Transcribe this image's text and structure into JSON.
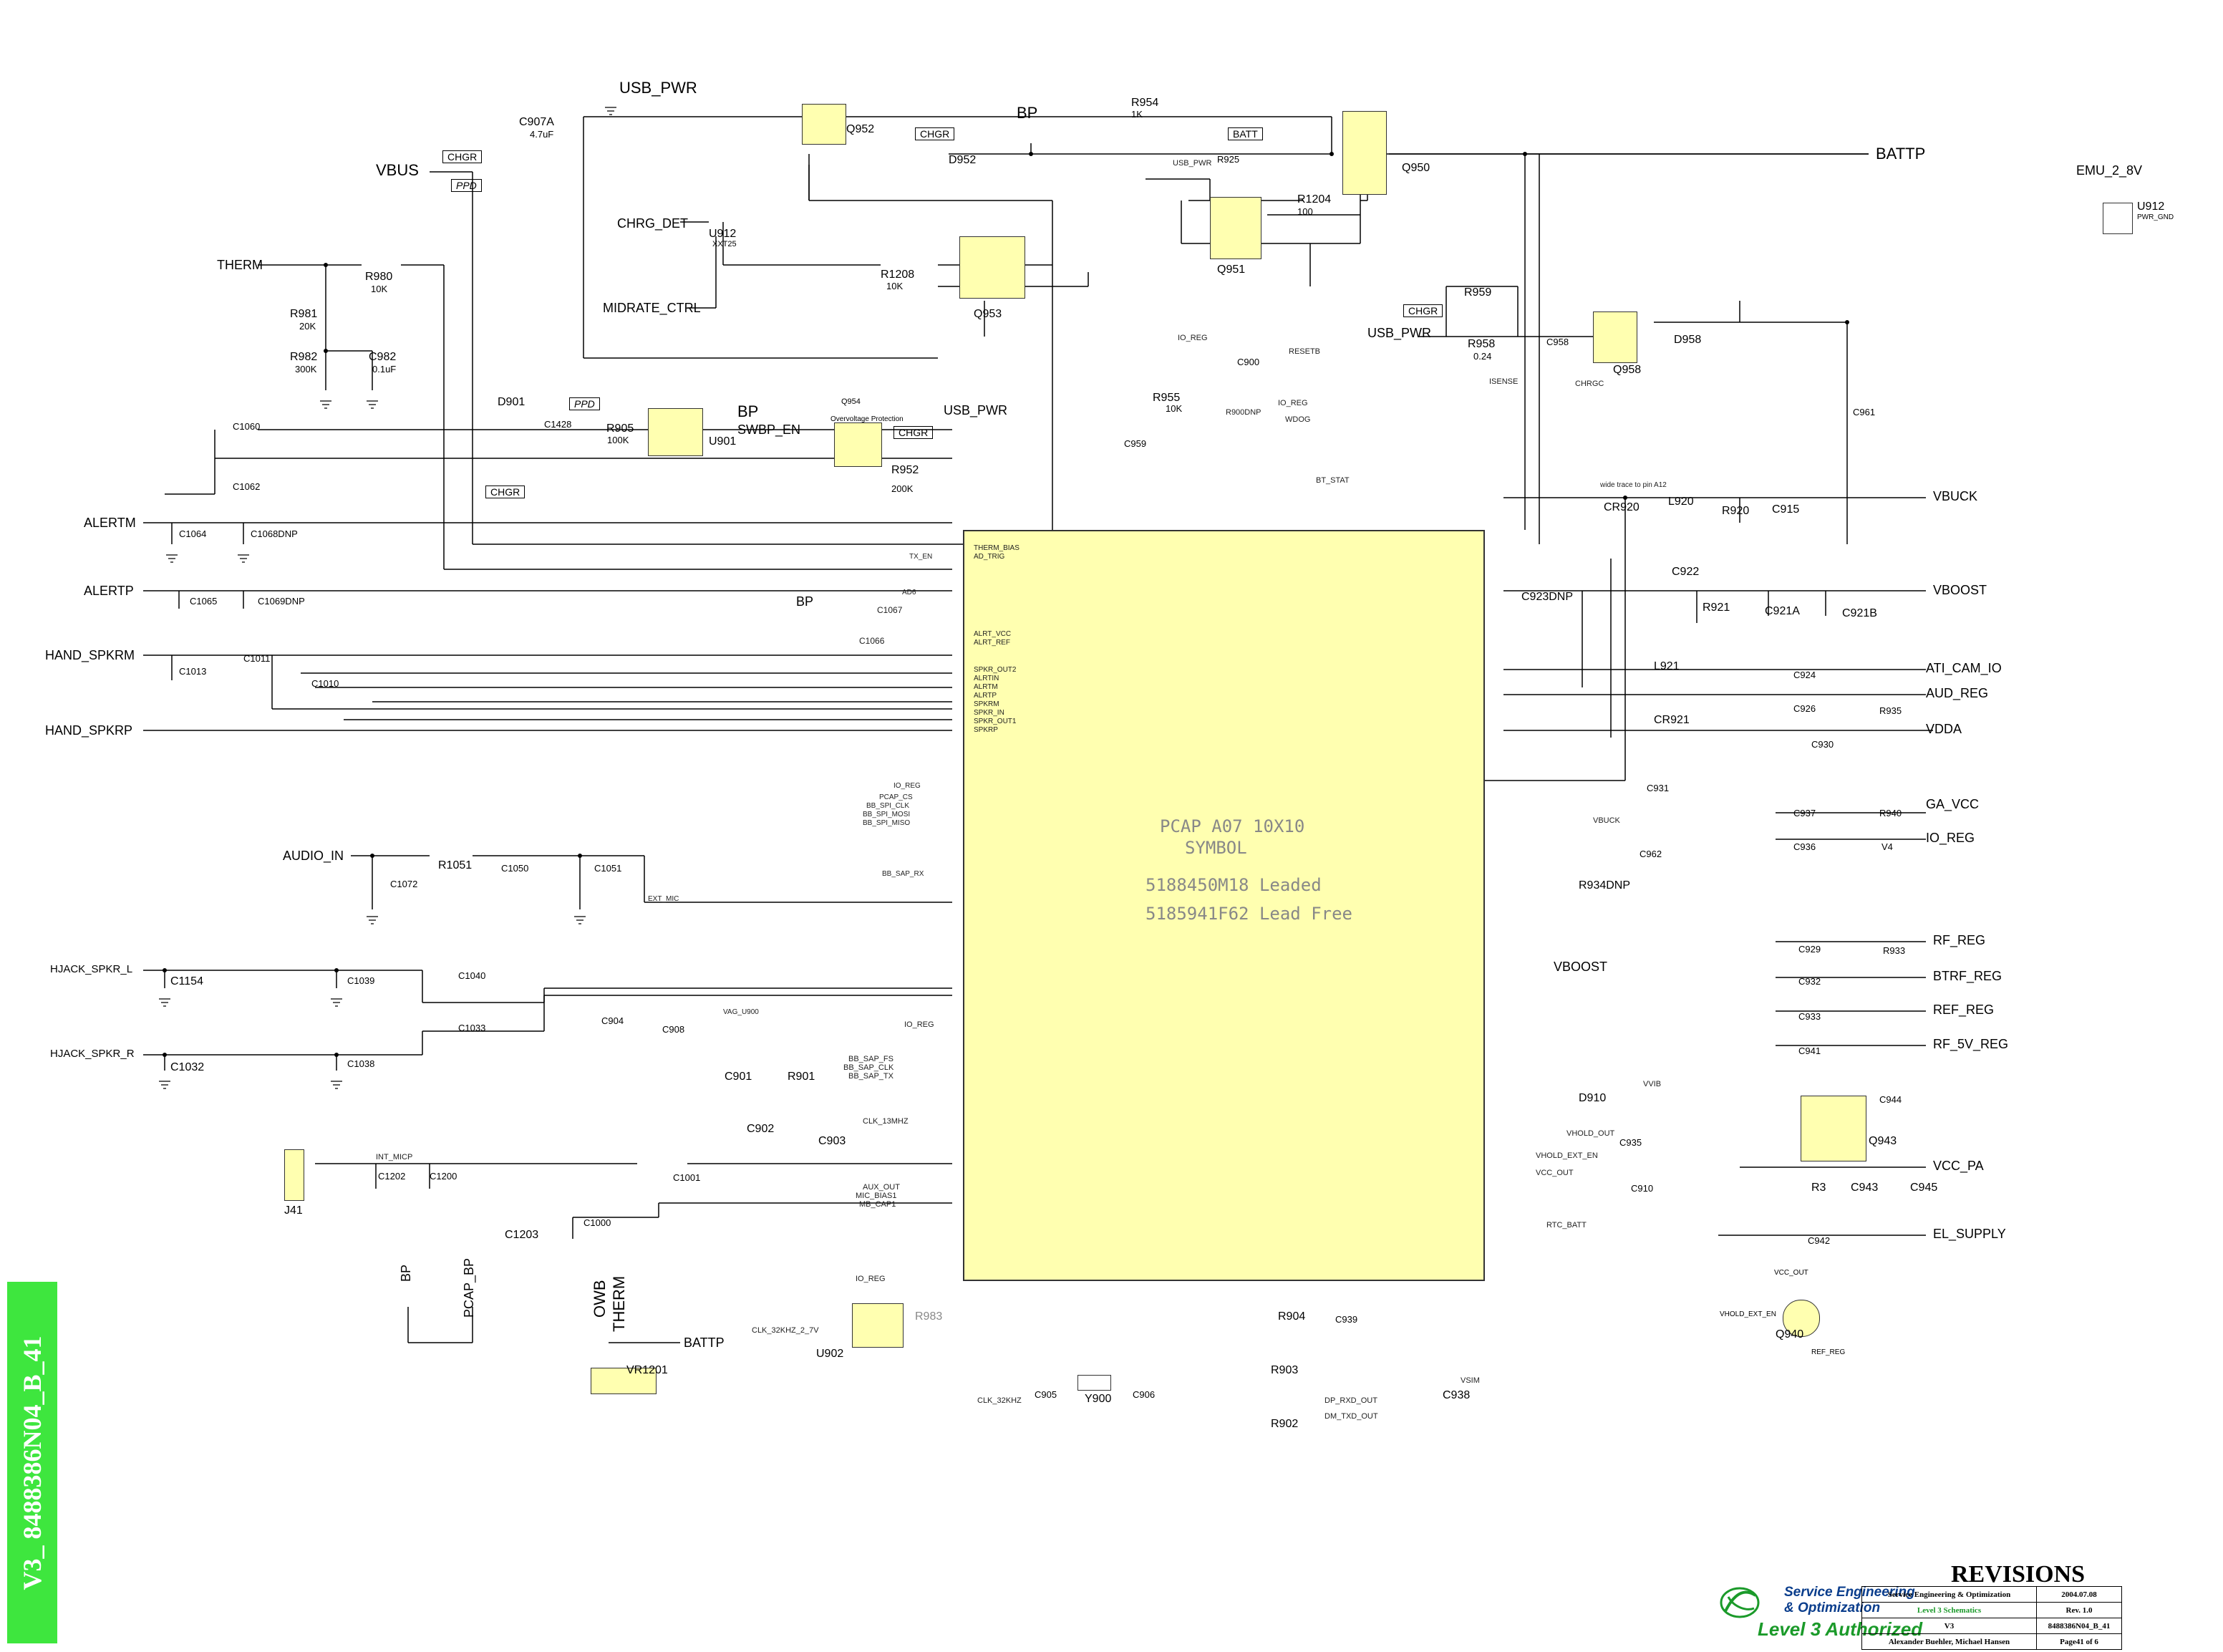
{
  "ic": {
    "symbol1": "PCAP A07 10X10",
    "symbol2": "SYMBOL",
    "leaded": "5188450M18 Leaded",
    "leadfree": "5185941F62 Lead Free"
  },
  "nets": {
    "usb_pwr": "USB_PWR",
    "vbus": "VBUS",
    "bp": "BP",
    "battp": "BATTP",
    "emu_2v8": "EMU_2_8V",
    "therm": "THERM",
    "therm_caps": "THERM",
    "owb": "OWB",
    "pcap_bp": "PCAP_BP",
    "chrg_det": "CHRG_DET",
    "midrate_ctrl": "MIDRATE_CTRL",
    "swbp_en": "SWBP_EN",
    "alertm": "ALERTM",
    "alertp": "ALERTP",
    "hand_spkrm": "HAND_SPKRM",
    "hand_spkrp": "HAND_SPKRP",
    "audio_in": "AUDIO_IN",
    "hjack_l": "HJACK_SPKR_L",
    "hjack_r": "HJACK_SPKR_R",
    "vbuck": "VBUCK",
    "vboost": "VBOOST",
    "ati_cam_io": "ATI_CAM_IO",
    "aud_reg": "AUD_REG",
    "vdda": "VDDA",
    "ga_vcc": "GA_VCC",
    "io_reg": "IO_REG",
    "rf_reg": "RF_REG",
    "btrf_reg": "BTRF_REG",
    "ref_reg": "REF_REG",
    "rf_5v_reg": "RF_5V_REG",
    "vcc_pa": "VCC_PA",
    "el_supply": "EL_SUPPLY"
  },
  "flags": {
    "chgr": "CHGR",
    "ppd": "PPD",
    "batt": "BATT"
  },
  "parts": {
    "r980": {
      "ref": "R980",
      "val": "10K"
    },
    "r981": {
      "ref": "R981",
      "val": "20K"
    },
    "r982": {
      "ref": "R982",
      "val": "300K"
    },
    "c982": {
      "ref": "C982",
      "val": "0.1uF"
    },
    "c907a": {
      "ref": "C907A",
      "val": "4.7uF"
    },
    "u912": {
      "ref": "U912",
      "val": "XXT25"
    },
    "d901": {
      "ref": "D901"
    },
    "c1428": {
      "ref": "C1428"
    },
    "r905": {
      "ref": "R905",
      "val": "100K"
    },
    "u901": {
      "ref": "U901"
    },
    "q954": {
      "ref": "Q954",
      "desc": "Overvoltage Protection"
    },
    "r952": {
      "ref": "R952",
      "val": "200K"
    },
    "q952": {
      "ref": "Q952"
    },
    "d952": {
      "ref": "D952"
    },
    "r954": {
      "ref": "R954",
      "val": "1K"
    },
    "q950": {
      "ref": "Q950"
    },
    "r925": {
      "ref": "R925"
    },
    "r1204": {
      "ref": "R1204",
      "val": "100"
    },
    "q951": {
      "ref": "Q951"
    },
    "r1208": {
      "ref": "R1208",
      "val": "10K"
    },
    "q953": {
      "ref": "Q953"
    },
    "r959": {
      "ref": "R959"
    },
    "r958": {
      "ref": "R958",
      "val": "0.24"
    },
    "c958": {
      "ref": "C958"
    },
    "q958": {
      "ref": "Q958"
    },
    "d958": {
      "ref": "D958"
    },
    "r955": {
      "ref": "R955",
      "val": "10K"
    },
    "c900": {
      "ref": "C900"
    },
    "c959": {
      "ref": "C959"
    },
    "c961": {
      "ref": "C961"
    },
    "u912r": {
      "ref": "U912",
      "val": "PWR_GND"
    },
    "c1060": {
      "ref": "C1060"
    },
    "c1062": {
      "ref": "C1062"
    },
    "c1064": {
      "ref": "C1064"
    },
    "c1068": {
      "ref": "C1068DNP"
    },
    "c1065": {
      "ref": "C1065"
    },
    "c1069": {
      "ref": "C1069DNP"
    },
    "c1013": {
      "ref": "C1013"
    },
    "c1011": {
      "ref": "C1011"
    },
    "c1010": {
      "ref": "C1010"
    },
    "r1051": {
      "ref": "R1051"
    },
    "c1050": {
      "ref": "C1050"
    },
    "c1051": {
      "ref": "C1051"
    },
    "c1072": {
      "ref": "C1072"
    },
    "c1154": {
      "ref": "C1154"
    },
    "c1039": {
      "ref": "C1039"
    },
    "c1040": {
      "ref": "C1040"
    },
    "c1033": {
      "ref": "C1033"
    },
    "c1032": {
      "ref": "C1032"
    },
    "c1038": {
      "ref": "C1038"
    },
    "c904": {
      "ref": "C904"
    },
    "c908": {
      "ref": "C908"
    },
    "c901": {
      "ref": "C901"
    },
    "r901": {
      "ref": "R901"
    },
    "c902": {
      "ref": "C902"
    },
    "c903": {
      "ref": "C903"
    },
    "c1202": {
      "ref": "C1202"
    },
    "c1200": {
      "ref": "C1200"
    },
    "c1001": {
      "ref": "C1001"
    },
    "c1203": {
      "ref": "C1203"
    },
    "c1000": {
      "ref": "C1000"
    },
    "j41": {
      "ref": "J41"
    },
    "vr1201": {
      "ref": "VR1201"
    },
    "u902": {
      "ref": "U902"
    },
    "r983": {
      "ref": "R983"
    },
    "y900": {
      "ref": "Y900"
    },
    "c905": {
      "ref": "C905"
    },
    "c906": {
      "ref": "C906"
    },
    "r904": {
      "ref": "R904"
    },
    "c939": {
      "ref": "C939"
    },
    "r903": {
      "ref": "R903"
    },
    "r902": {
      "ref": "R902"
    },
    "c938": {
      "ref": "C938"
    },
    "cr920": {
      "ref": "CR920"
    },
    "l920": {
      "ref": "L920"
    },
    "r920": {
      "ref": "R920"
    },
    "c915": {
      "ref": "C915"
    },
    "c922": {
      "ref": "C922"
    },
    "c923": {
      "ref": "C923DNP"
    },
    "r921": {
      "ref": "R921"
    },
    "c921a": {
      "ref": "C921A"
    },
    "c921b": {
      "ref": "C921B"
    },
    "l921": {
      "ref": "L921"
    },
    "cr921": {
      "ref": "CR921"
    },
    "c924": {
      "ref": "C924"
    },
    "c926": {
      "ref": "C926"
    },
    "r935": {
      "ref": "R935"
    },
    "c930": {
      "ref": "C930"
    },
    "c931": {
      "ref": "C931"
    },
    "c937": {
      "ref": "C937"
    },
    "r940": {
      "ref": "R940"
    },
    "c936": {
      "ref": "C936"
    },
    "v4": {
      "ref": "V4"
    },
    "c962": {
      "ref": "C962"
    },
    "r934": {
      "ref": "R934DNP"
    },
    "c929": {
      "ref": "C929"
    },
    "r933": {
      "ref": "R933"
    },
    "c932": {
      "ref": "C932"
    },
    "c933": {
      "ref": "C933"
    },
    "c941": {
      "ref": "C941"
    },
    "d910": {
      "ref": "D910"
    },
    "c944": {
      "ref": "C944"
    },
    "q943": {
      "ref": "Q943"
    },
    "c935": {
      "ref": "C935"
    },
    "c910": {
      "ref": "C910"
    },
    "r3": {
      "ref": "R3"
    },
    "c943": {
      "ref": "C943"
    },
    "c945": {
      "ref": "C945"
    },
    "c942": {
      "ref": "C942"
    },
    "q940": {
      "ref": "Q940",
      "in": "VCC_OUT",
      "en": "VHOLD_EXT_EN",
      "out": "REF_REG"
    },
    "c1067": {
      "ref": "C1067"
    },
    "c1066": {
      "ref": "C1066"
    },
    "r900": {
      "ref": "R900DNP"
    }
  },
  "pins": {
    "therm_bias": "THERM_BIAS",
    "ad_trig": "AD_TRIG",
    "tx_en": "TX_EN",
    "ad6": "AD6",
    "alrt_vcc": "ALRT_VCC",
    "alrt_ref": "ALRT_REF",
    "spkr_out2": "SPKR_OUT2",
    "alrtin": "ALRTIN",
    "alrtm": "ALRTM",
    "alrtp": "ALRTP",
    "spkrm": "SPKRM",
    "spkr_in": "SPKR_IN",
    "spkr_out1": "SPKR_OUT1",
    "spkrp": "SPKRP",
    "pcap_cs": "PCAP_CS",
    "bb_spi_clk": "BB_SPI_CLK",
    "bb_spi_mosi": "BB_SPI_MOSI",
    "bb_spi_miso": "BB_SPI_MISO",
    "bb_sap_rx": "BB_SAP_RX",
    "ext_mic": "EXT_MIC",
    "vag_u900": "VAG_U900",
    "bb_sap_fs": "BB_SAP_FS",
    "bb_sap_clk": "BB_SAP_CLK",
    "bb_sap_tx": "BB_SAP_TX",
    "clk_13mhz": "CLK_13MHZ",
    "aux_out": "AUX_OUT",
    "mic_bias1": "MIC_BIAS1",
    "mb_cap1": "MB_CAP1",
    "int_micp": "INT_MICP",
    "clk_32khz_2v7": "CLK_32KHZ_2_7V",
    "clk_32khz": "CLK_32KHZ",
    "dp_rxd_out": "DP_RXD_OUT",
    "dm_txd_out": "DM_TXD_OUT",
    "vsim": "VSIM",
    "bt_stat": "BT_STAT",
    "resetb": "RESETB",
    "wdog": "WDOG",
    "chrgc": "CHRGC",
    "isense": "ISENSE",
    "vhold_out": "VHOLD_OUT",
    "rtc_batt": "RTC_BATT",
    "vvib": "VVIB",
    "wide_trace": "wide trace to pin A12"
  },
  "sidebar": {
    "text": "V3_ 8488386N04_B_41"
  },
  "titleblock": {
    "logo1": "Service Engineering",
    "logo2": "& Optimization",
    "logo3": "Level 3 Authorized",
    "revisions": "REVISIONS",
    "dept": "Service Engineering & Optimization",
    "date": "2004.07.08",
    "title": "Level 3 Schematics",
    "rev": "Rev. 1.0",
    "version": "V3",
    "docnum": "8488386N04_B_41",
    "authors": "Alexander Buehler, Michael Hansen",
    "page": "Page41 of 6"
  }
}
